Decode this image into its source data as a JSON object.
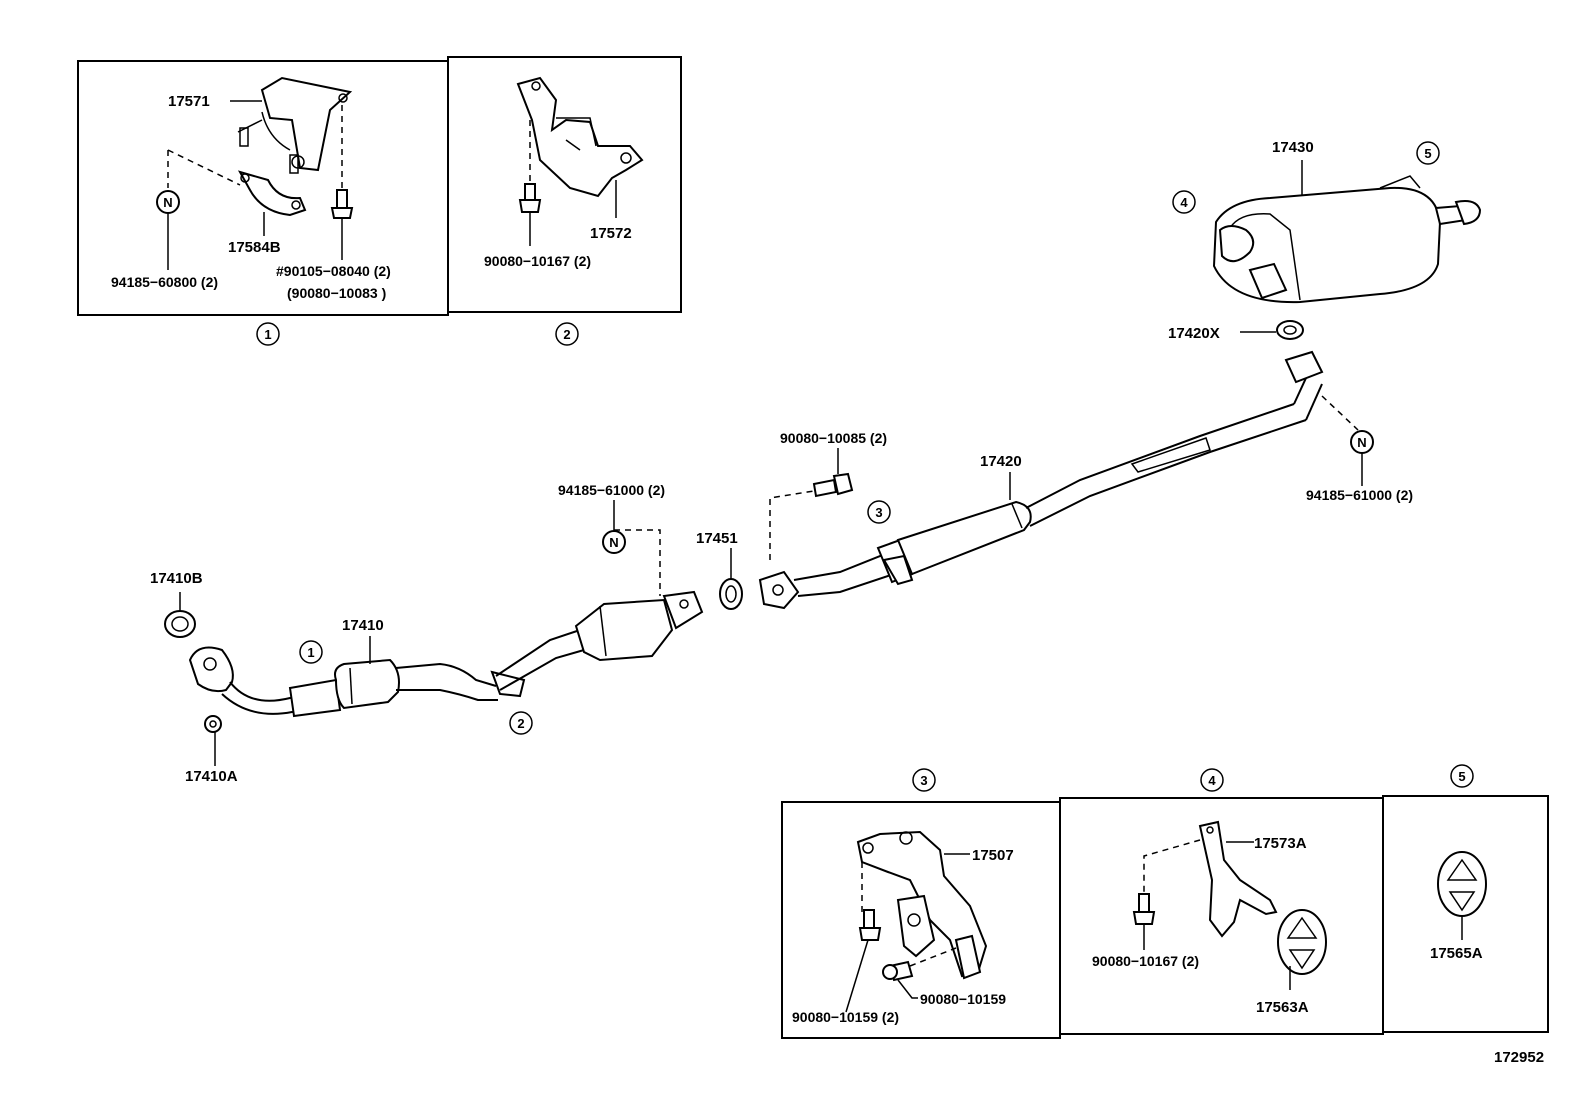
{
  "panels": {
    "p1_number": "1",
    "p2_number": "2",
    "p3_number": "3",
    "p4_number": "4",
    "p5_number": "5"
  },
  "callouts": {
    "c1": "1",
    "c2": "2",
    "c3": "3",
    "c4": "4",
    "c5": "5"
  },
  "nut_letter": "N",
  "labels": {
    "l17571": "17571",
    "l17584B": "17584B",
    "l94185_60800": "94185−60800 (2)",
    "l90105_08040": "#90105−08040 (2)",
    "l90080_10083": "(90080−10083    )",
    "l17572": "17572",
    "l90080_10167a": "90080−10167 (2)",
    "l17430": "17430",
    "l17420X": "17420X",
    "l94185_61000a": "94185−61000 (2)",
    "l90080_10085": "90080−10085 (2)",
    "l17420": "17420",
    "l94185_61000b": "94185−61000 (2)",
    "l17451": "17451",
    "l17410B": "17410B",
    "l17410": "17410",
    "l17410A": "17410A",
    "l17507": "17507",
    "l90080_10159": "90080−10159",
    "l90080_10159_2": "90080−10159 (2)",
    "l17573A": "17573A",
    "l90080_10167b": "90080−10167 (2)",
    "l17563A": "17563A",
    "l17565A": "17565A",
    "diagram_id": "172952"
  }
}
